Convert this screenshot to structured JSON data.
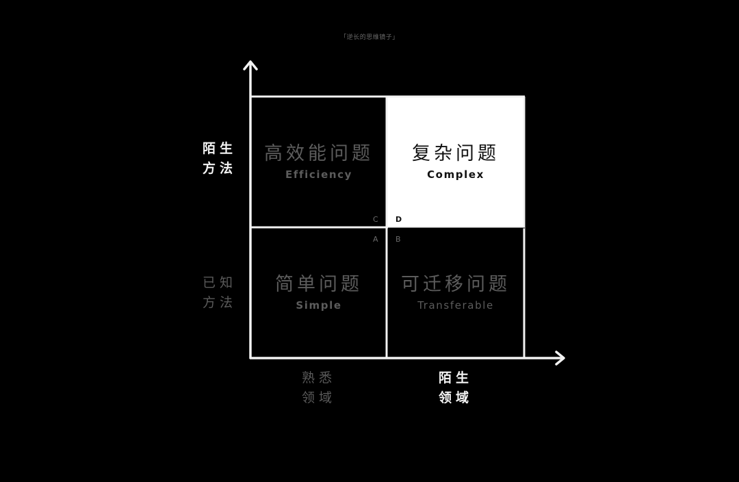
{
  "caption": "「逆长的思维镜子」",
  "colors": {
    "background": "#000000",
    "axis_line": "#f2f2f2",
    "highlight_fill": "#ffffff",
    "dim_text": "#5c5c5c",
    "bright_text": "#f4f4f4",
    "dark_text": "#111111"
  },
  "y_axis": {
    "top_label": {
      "line1": "陌生",
      "line2": "方法"
    },
    "bottom_label": {
      "line1": "已知",
      "line2": "方法"
    }
  },
  "x_axis": {
    "left_label": {
      "line1": "熟悉",
      "line2": "领域"
    },
    "right_label": {
      "line1": "陌生",
      "line2": "领域"
    }
  },
  "quadrants": {
    "top_left": {
      "zh": "高效能问题",
      "en": "Efficiency",
      "corner": "C"
    },
    "top_right": {
      "zh": "复杂问题",
      "en": "Complex",
      "corner": "D"
    },
    "bottom_left": {
      "zh": "简单问题",
      "en": "Simple",
      "corner": "A"
    },
    "bottom_right": {
      "zh": "可迁移问题",
      "en": "Transferable",
      "corner": "B"
    }
  }
}
